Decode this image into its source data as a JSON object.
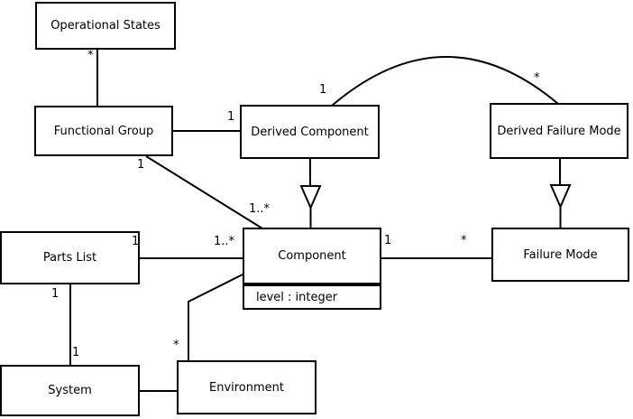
{
  "diagram": {
    "type": "uml-class-diagram",
    "background_color": "#ffffff",
    "line_color": "#000000",
    "box_fill_color": "#ffffff",
    "classes": {
      "operational_states": {
        "label": "Operational States"
      },
      "functional_group": {
        "label": "Functional Group"
      },
      "derived_component": {
        "label": "Derived Component"
      },
      "derived_failure_mode": {
        "label": "Derived Failure Mode"
      },
      "parts_list": {
        "label": "Parts List"
      },
      "component": {
        "label": "Component",
        "attribute": "level : integer"
      },
      "failure_mode": {
        "label": "Failure Mode"
      },
      "system": {
        "label": "System"
      },
      "environment": {
        "label": "Environment"
      }
    },
    "multiplicities": {
      "op_states_end": "*",
      "fg_to_dc_end": "1",
      "arc_dc_end": "1",
      "arc_dfm_end": "*",
      "fg_comp_fg_end": "1",
      "fg_comp_comp_end": "1..*",
      "pl_comp_pl_end": "1",
      "pl_comp_comp_end": "1..*",
      "comp_fm_comp_end": "1",
      "comp_fm_fm_end": "*",
      "pl_sys_pl_end": "1",
      "pl_sys_sys_end": "1",
      "env_comp_env_end": "*"
    },
    "relationships": [
      {
        "from": "Functional Group",
        "to": "Operational States",
        "type": "association",
        "multiplicity_at_operational_states": "*"
      },
      {
        "from": "Functional Group",
        "to": "Derived Component",
        "type": "association",
        "multiplicity_at_derived_component": "1"
      },
      {
        "from": "Derived Component",
        "to": "Derived Failure Mode",
        "type": "association-arc",
        "multiplicity_at_derived_component": "1",
        "multiplicity_at_derived_failure_mode": "*"
      },
      {
        "from": "Derived Component",
        "to": "Component",
        "type": "generalization"
      },
      {
        "from": "Derived Failure Mode",
        "to": "Failure Mode",
        "type": "generalization"
      },
      {
        "from": "Functional Group",
        "to": "Component",
        "type": "association",
        "multiplicity_at_functional_group": "1",
        "multiplicity_at_component": "1..*"
      },
      {
        "from": "Parts List",
        "to": "Component",
        "type": "association",
        "multiplicity_at_parts_list": "1",
        "multiplicity_at_component": "1..*"
      },
      {
        "from": "Component",
        "to": "Failure Mode",
        "type": "association",
        "multiplicity_at_component": "1",
        "multiplicity_at_failure_mode": "*"
      },
      {
        "from": "Parts List",
        "to": "System",
        "type": "association",
        "multiplicity_at_parts_list": "1",
        "multiplicity_at_system": "1"
      },
      {
        "from": "System",
        "to": "Environment",
        "type": "association"
      },
      {
        "from": "Environment",
        "to": "Component",
        "type": "association",
        "multiplicity_at_environment": "*"
      }
    ]
  }
}
